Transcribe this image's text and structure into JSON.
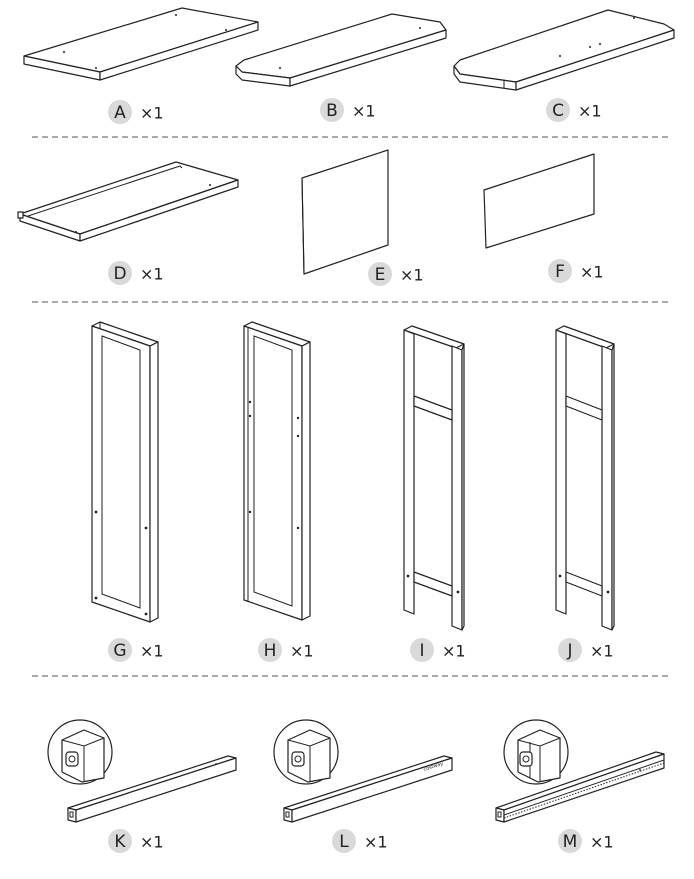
{
  "parts": [
    {
      "letter": "A",
      "qty": "×1"
    },
    {
      "letter": "B",
      "qty": "×1"
    },
    {
      "letter": "C",
      "qty": "×1"
    },
    {
      "letter": "D",
      "qty": "×1"
    },
    {
      "letter": "E",
      "qty": "×1"
    },
    {
      "letter": "F",
      "qty": "×1"
    },
    {
      "letter": "G",
      "qty": "×1"
    },
    {
      "letter": "H",
      "qty": "×1"
    },
    {
      "letter": "I",
      "qty": "×1"
    },
    {
      "letter": "J",
      "qty": "×1"
    },
    {
      "letter": "K",
      "qty": "×1"
    },
    {
      "letter": "L",
      "qty": "×1"
    },
    {
      "letter": "M",
      "qty": "×1"
    }
  ],
  "colors": {
    "badge": "#d9d9d9",
    "line": "#222222",
    "divider": "#777777"
  },
  "icons": [
    "zoom-detail-circle"
  ]
}
